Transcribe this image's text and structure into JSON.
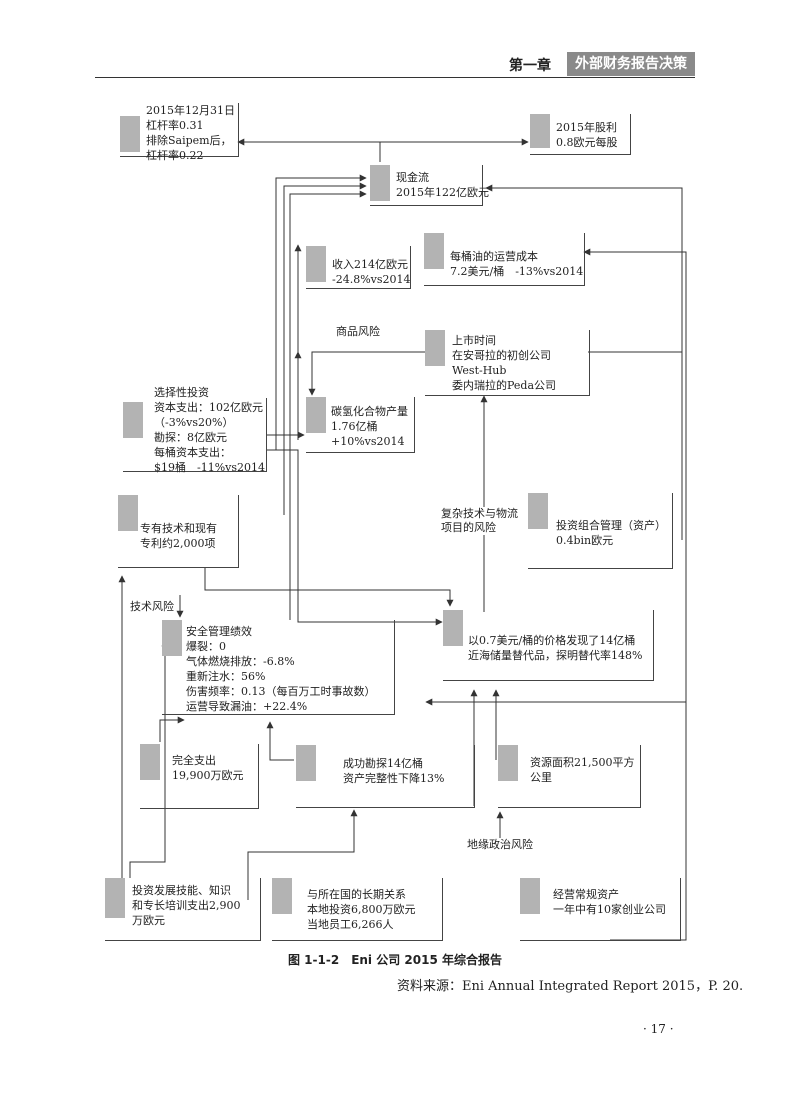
{
  "header": {
    "chapter": "第一章",
    "section": "外部财务报告决策"
  },
  "nodes": {
    "leverage": [
      "2015年12月31日",
      "杠杆率0.31",
      "排除Saipem后，",
      "杠杆率0.22"
    ],
    "dividend": [
      "2015年股利",
      "0.8欧元每股"
    ],
    "cashflow": [
      "现金流",
      "2015年122亿欧元"
    ],
    "revenue": [
      "收入214亿欧元",
      "-24.8%vs2014"
    ],
    "opcost": [
      "每桶油的运营成本",
      "7.2美元/桶　-13%vs2014"
    ],
    "listing": [
      "上市时间",
      "在安哥拉的初创公司",
      "West-Hub",
      "委内瑞拉的Peda公司"
    ],
    "capex": [
      "选择性投资",
      "资本支出：102亿欧元",
      "（-3%vs20%）",
      "勘探：8亿欧元",
      "每桶资本支出：",
      "$19桶　-11%vs2014"
    ],
    "hydrocarbon": [
      "碳氢化合物产量",
      "1.76亿桶",
      "+10%vs2014"
    ],
    "patents": [
      "专有技术和现有",
      "专利约2,000项"
    ],
    "portfolio": [
      "投资组合管理（资产）",
      "0.4bin欧元"
    ],
    "safety": [
      "安全管理绩效",
      "爆裂：0",
      "气体燃烧排放：-6.8%",
      "重新注水：56%",
      "伤害频率：0.13（每百万工时事故数）",
      "运营导致漏油：+22.4%"
    ],
    "discovery": [
      "以0.7美元/桶的价格发现了14亿桶",
      "近海储量替代品，探明替代率148%"
    ],
    "fullexp": [
      "完全支出",
      "19,900万欧元"
    ],
    "exploration": [
      "成功勘探14亿桶",
      "资产完整性下降13%"
    ],
    "acreage": [
      "资源面积21,500平方",
      "公里"
    ],
    "training": [
      "投资发展技能、知识",
      "和专长培训支出2,900",
      "万欧元"
    ],
    "relations": [
      "与所在国的长期关系",
      "本地投资6,800万欧元",
      "当地员工6,266人"
    ],
    "compliance": [
      "经营常规资产",
      "一年中有10家创业公司"
    ]
  },
  "labels": {
    "commodity_risk": "商品风险",
    "tech_risk": "技术风险",
    "complex_risk_1": "复杂技术与物流",
    "complex_risk_2": "项目的风险",
    "geo_risk": "地缘政治风险"
  },
  "caption": "图 1-1-2　Eni 公司 2015 年综合报告",
  "source": "资料来源：Eni Annual Integrated Report 2015，P. 20.",
  "page_number": "· 17 ·"
}
